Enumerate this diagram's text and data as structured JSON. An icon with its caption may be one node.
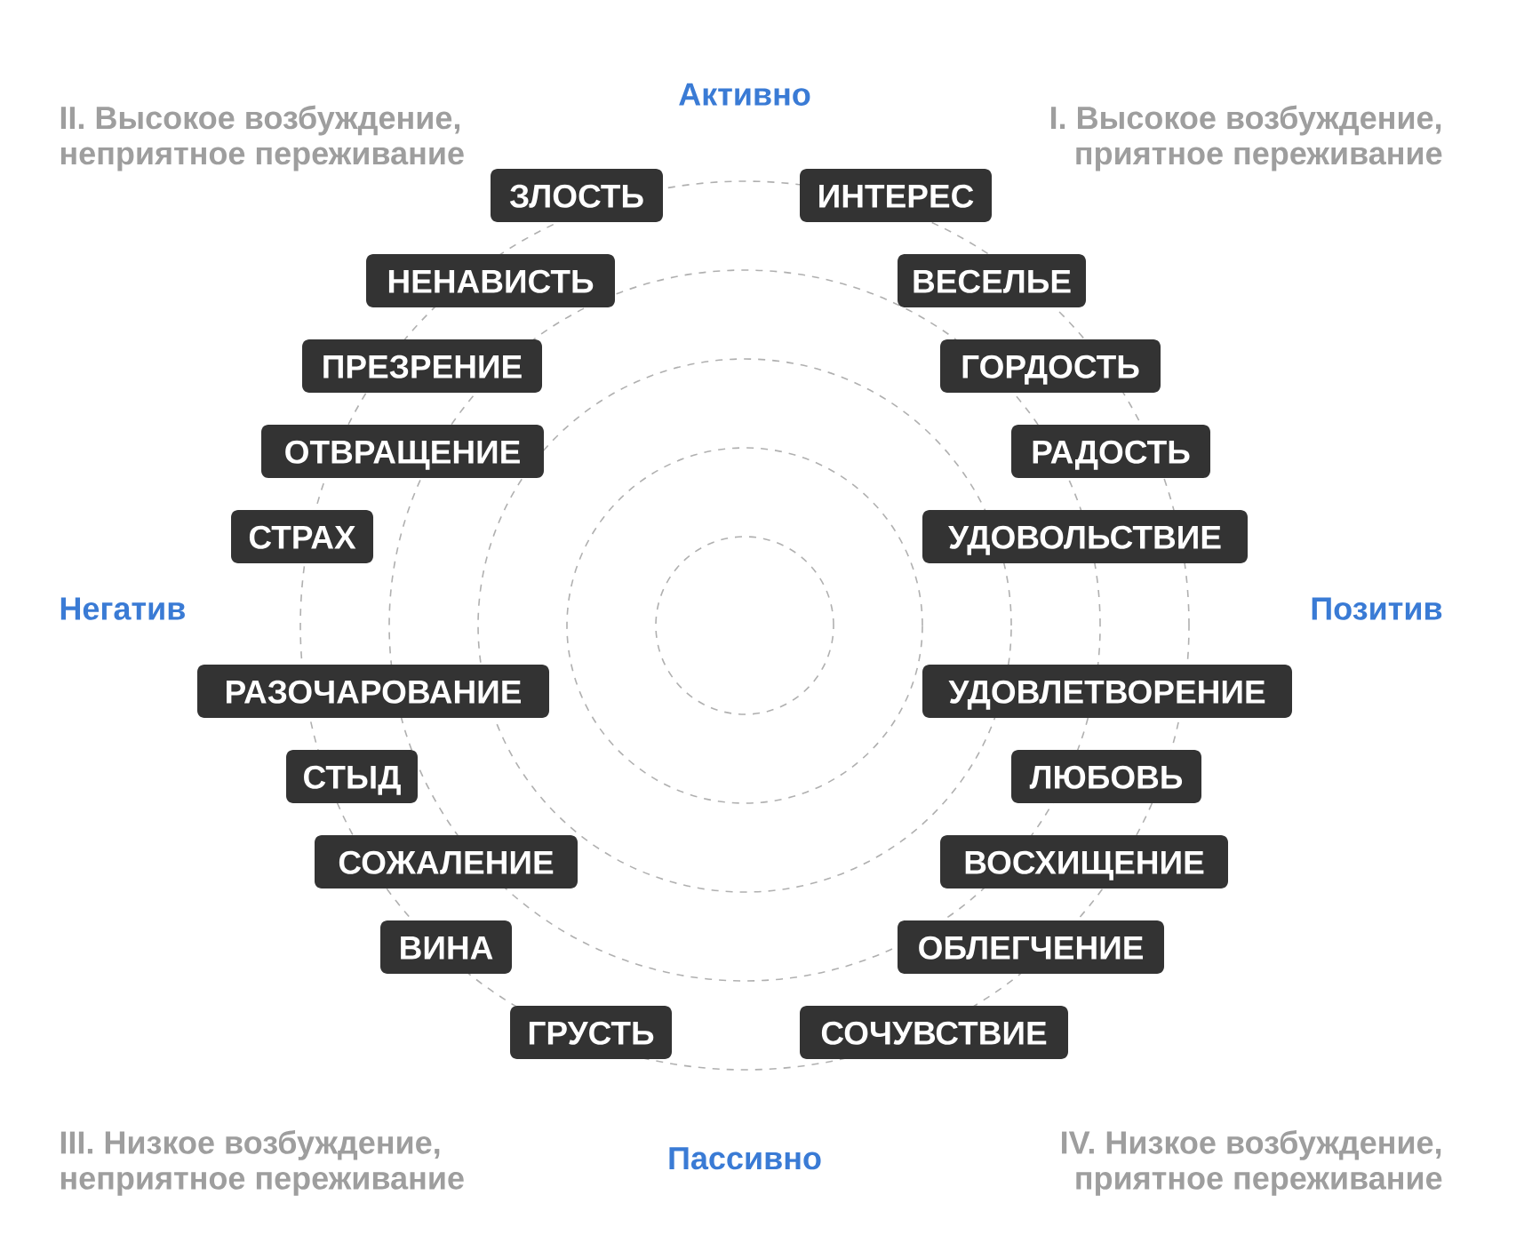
{
  "diagram": {
    "nodes": [
      {
        "text": [
          "ЗЛОСТЬ"
        ]
      },
      {
        "text": [
          "ИНТЕРЕС"
        ]
      },
      {
        "text": [
          "НЕНАВИСТЬ"
        ]
      },
      {
        "text": [
          "ВЕСЕЛЬЕ"
        ]
      },
      {
        "text": [
          "ПРЕЗРЕНИЕ"
        ]
      },
      {
        "text": [
          "ГОРДОСТЬ"
        ]
      },
      {
        "text": [
          "ОТВРАЩЕНИЕ"
        ]
      },
      {
        "text": [
          "РАДОСТЬ"
        ]
      },
      {
        "text": [
          "СТРАХ"
        ]
      },
      {
        "text": [
          "УДОВОЛЬСТВИЕ"
        ]
      },
      {
        "text": [
          "РАЗОЧАРОВАНИЕ"
        ]
      },
      {
        "text": [
          "УДОВЛЕТВОРЕНИЕ"
        ]
      },
      {
        "text": [
          "СТЫД"
        ]
      },
      {
        "text": [
          "ЛЮБОВЬ"
        ]
      },
      {
        "text": [
          "СОЖАЛЕНИЕ"
        ]
      },
      {
        "text": [
          "ВОСХИЩЕНИЕ"
        ]
      },
      {
        "text": [
          "ВИНА"
        ]
      },
      {
        "text": [
          "ОБЛЕГЧЕНИЕ"
        ]
      },
      {
        "text": [
          "ГРУСТЬ"
        ]
      },
      {
        "text": [
          "СОЧУВСТВИЕ"
        ]
      }
    ],
    "labels": [
      "II. Высокое возбуждение, неприятное переживание",
      "Активно",
      "I. Высокое возбуждение, приятное переживание",
      "Негатив",
      "Позитив",
      "III. Низкое возбуждение, неприятное переживание",
      "Пассивно",
      "IV. Низкое возбуждение, приятное переживание"
    ]
  }
}
